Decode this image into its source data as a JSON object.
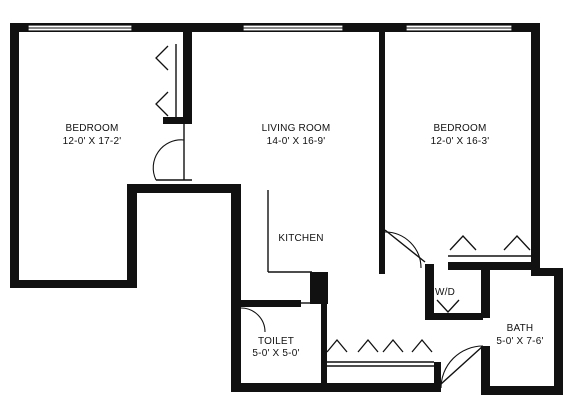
{
  "rooms": {
    "bedroom_left": {
      "name": "BEDROOM",
      "size": "12-0' X 17-2'"
    },
    "living_room": {
      "name": "LIVING ROOM",
      "size": "14-0' X 16-9'"
    },
    "bedroom_right": {
      "name": "BEDROOM",
      "size": "12-0' X 16-3'"
    },
    "kitchen": {
      "name": "KITCHEN"
    },
    "washer_dryer": {
      "name": "W/D"
    },
    "toilet": {
      "name": "TOILET",
      "size": "5-0' X 5-0'"
    },
    "bath": {
      "name": "BATH",
      "size": "5-0' X 7-6'"
    }
  }
}
